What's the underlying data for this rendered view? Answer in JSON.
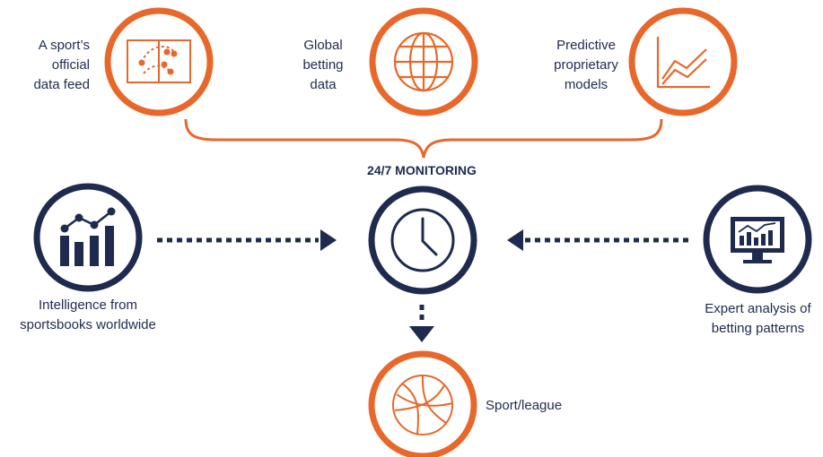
{
  "colors": {
    "orange": "#e8672a",
    "navy": "#1f2a4f",
    "background": "#ffffff"
  },
  "sources": {
    "official_feed": {
      "line1": "A sport’s",
      "line2": "official",
      "line3": "data feed",
      "icon": "tactics-board-icon"
    },
    "global_betting": {
      "line1": "Global",
      "line2": "betting",
      "line3": "data",
      "icon": "globe-icon"
    },
    "predictive_models": {
      "line1": "Predictive",
      "line2": "proprietary",
      "line3": "models",
      "icon": "line-chart-icon"
    }
  },
  "center": {
    "title": "24/7 MONITORING",
    "icon": "clock-icon"
  },
  "left": {
    "line1": "Intelligence from",
    "line2": "sportsbooks worldwide",
    "icon": "bar-line-chart-icon"
  },
  "right": {
    "line1": "Expert analysis of",
    "line2": "betting patterns",
    "icon": "monitor-chart-icon"
  },
  "output": {
    "label": "Sport/league",
    "icon": "volleyball-icon"
  }
}
